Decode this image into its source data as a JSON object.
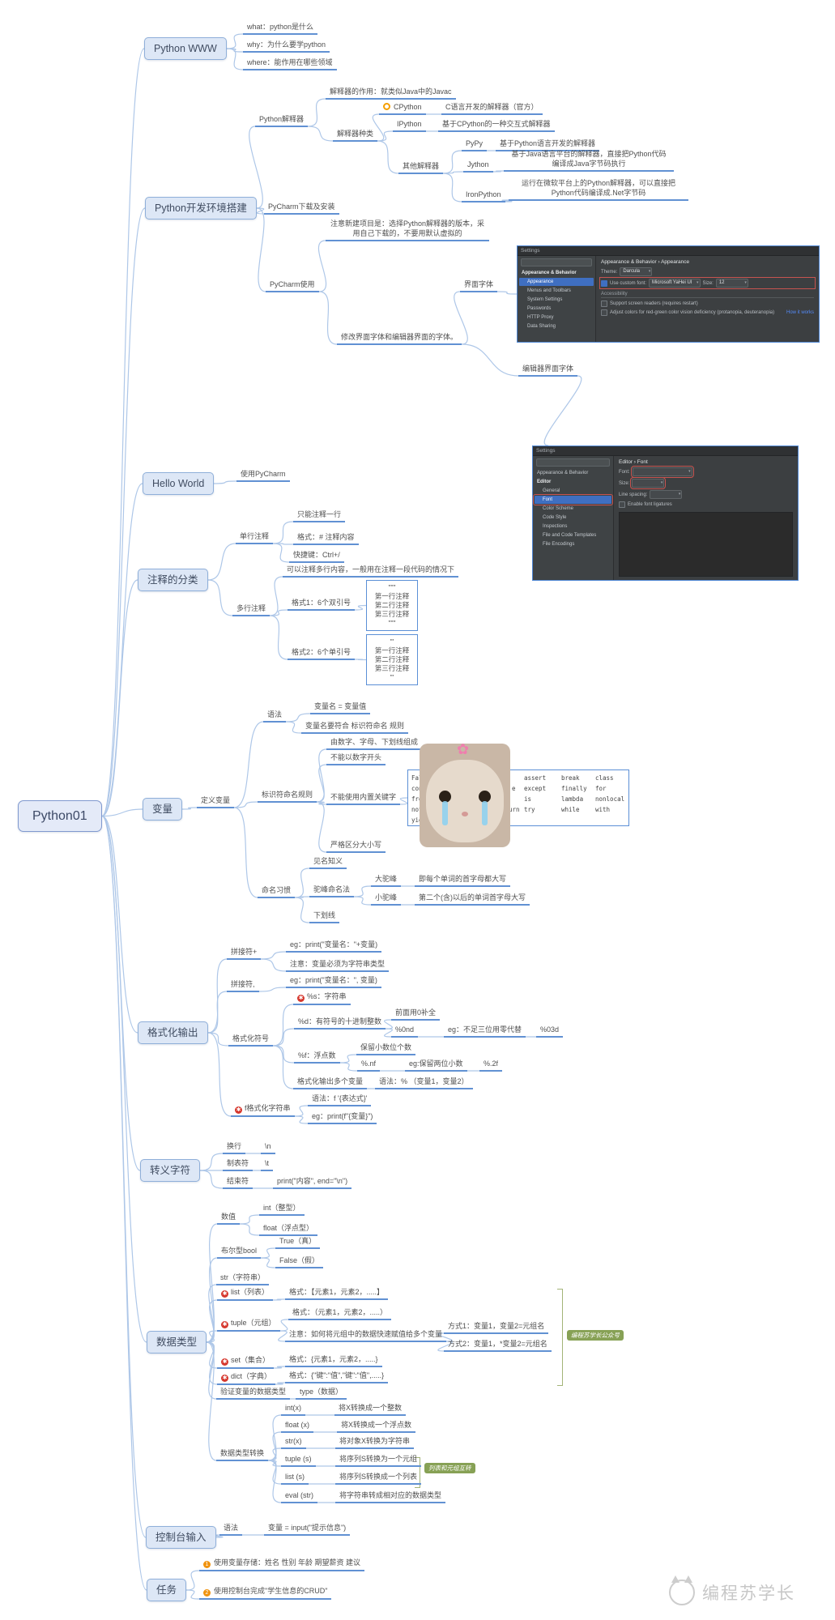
{
  "nodes": {
    "root": "Python01",
    "www": "Python WWW",
    "www_what": "what：python是什么",
    "www_why": "why：为什么要学python",
    "www_where": "where：能作用在哪些领域",
    "env": "Python开发环境搭建",
    "interp": "Python解释器",
    "interp_role": "解释器的作用：就类似Java中的Javac",
    "interp_kinds": "解释器种类",
    "cpython": "CPython",
    "cpython_desc": "C语言开发的解释器（官方）",
    "ipython": "IPython",
    "ipython_desc": "基于CPython的一种交互式解释器",
    "other_interp": "其他解释器",
    "pypy": "PyPy",
    "pypy_desc": "基于Python语言开发的解释器",
    "jython": "Jython",
    "jython_desc": "基于Java语言平台的解释器，直接把Python代码编译成Java字节码执行",
    "ironpython": "IronPython",
    "ironpython_desc": "运行在微软平台上的Python解释器，可以直接把Python代码编译成.Net字节码",
    "pycharm_dl": "PyCharm下载及安装",
    "pycharm_use": "PyCharm使用",
    "newproj_note": "注意新建项目是：选择Python解释器的版本，采用自己下载的，不要用默认虚拟的",
    "modify_font": "修改界面字体和编辑器界面的字体。",
    "ui_font": "界面字体",
    "editor_font": "编辑器界面字体",
    "hello": "Hello World",
    "use_pycharm": "使用PyCharm",
    "comments": "注释的分类",
    "single_cmt": "单行注释",
    "single1": "只能注释一行",
    "single2": "格式：# 注释内容",
    "single3": "快捷键：Ctrl+/",
    "multi_cmt": "多行注释",
    "multi_desc": "可以注释多行内容，一般用在注释一段代码的情况下",
    "fmt1": "格式1：6个双引号",
    "fmt2": "格式2：6个单引号",
    "var": "变量",
    "define_var": "定义变量",
    "var_syntax": "语法",
    "var_syntax1": "变量名 =  变量值",
    "var_syntax2": "变量名要符合 标识符命名 规则",
    "id_rules": "标识符命名规则",
    "rule1": "由数字、字母、下划线组成",
    "rule2": "不能以数字开头",
    "rule3": "不能使用内置关键字",
    "rule4": "严格区分大小写",
    "naming": "命名习惯",
    "nm1": "见名知义",
    "camel": "驼峰命名法",
    "big_camel": "大驼峰",
    "big_camel_desc": "即每个单词的首字母都大写",
    "small_camel": "小驼峰",
    "small_camel_desc": "第二个(含)以后的单词首字母大写",
    "underscore": "下划线",
    "fmtout": "格式化输出",
    "concat_plus": "拼接符+",
    "concat_plus_eg": "eg：print(\"变量名：\"+变量)",
    "concat_plus_note": "注意：变量必须为字符串类型",
    "concat_comma": "拼接符,",
    "concat_comma_eg": "eg：print(\"变量名：\", 变量)",
    "fmt_sym": "格式化符号",
    "sym_s": "%s：字符串",
    "sym_d": "%d：有符号的十进制整数",
    "zero_pad": "前面用0补全",
    "p0nd": "%0nd",
    "p0nd_eg": "eg：不足三位用零代替",
    "p03d": "%03d",
    "sym_f": "%f：浮点数",
    "keep_dec": "保留小数位个数",
    "pnf": "%.nf",
    "pnf_eg": "eg:保留两位小数",
    "p2f": "%.2f",
    "multi_out": "格式化输出多个变量",
    "multi_out_syntax": "语法：% （变量1，变量2）",
    "fstring": "f格式化字符串",
    "fstring_syntax": "语法：f '{表达式}'",
    "fstring_eg": "eg：print(f\"{变量}\")",
    "escape": "转义字符",
    "esc_nl": "换行",
    "esc_nl_v": "\\n",
    "esc_tab": "制表符",
    "esc_tab_v": "\\t",
    "esc_end": "结束符",
    "esc_end_v": "print(\"内容\", end=\"\\n\")",
    "dtype": "数据类型",
    "num": "数值",
    "num_int": "int（整型）",
    "num_float": "float（浮点型）",
    "boolt": "布尔型bool",
    "bool_true": "True（真）",
    "bool_false": "False（假）",
    "strt": "str（字符串）",
    "listt": "list（列表）",
    "list_fmt": "格式：【元素1，元素2，.....】",
    "tuplet": "tuple（元组）",
    "tuple_fmt": "格式：（元素1，元素2，.....）",
    "tuple_note": "注意：如何将元组中的数据快速赋值给多个变量",
    "way1": "方式1：变量1，变量2=元组名",
    "way2": "方式2：变量1，*变量2=元组名",
    "sett": "set（集合）",
    "set_fmt": "格式：{元素1，元素2，.....}",
    "dictt": "dict（字典）",
    "dict_fmt": "格式：{\"键\":\"值\",\"键\":\"值\",.....}",
    "verify": "验证变量的数据类型",
    "type_fn": "type（数据）",
    "convert": "数据类型转换",
    "cv_int": "int(x)",
    "cv_int_d": "将X转换成一个整数",
    "cv_float": "float (x)",
    "cv_float_d": "将X转换成一个浮点数",
    "cv_str": "str(x)",
    "cv_str_d": "将对象X转换为字符串",
    "cv_tuple": "tuple (s)",
    "cv_tuple_d": "将序列S转换为一个元组",
    "cv_list": "list (s)",
    "cv_list_d": "将序列S转换成一个列表",
    "cv_eval": "eval (str)",
    "cv_eval_d": "将字符串转成相对应的数据类型",
    "console": "控制台输入",
    "console_syntax": "语法",
    "console_syntax_v": "变量 = input(\"提示信息\")",
    "task": "任务",
    "task1_no": "1",
    "task1": "使用变量存储：姓名 性别 年龄 期望薪资 建议",
    "task2_no": "2",
    "task2": "使用控制台完成\"学生信息的CRUD\""
  },
  "box1": [
    "\"\"\"",
    "第一行注释",
    "第二行注释",
    "第三行注释",
    "\"\"\""
  ],
  "box2": [
    "'''",
    "第一行注释",
    "第二行注释",
    "第三行注释",
    "'''"
  ],
  "kw": {
    "left": [
      "Fal",
      "con",
      "fro",
      "not",
      "yie"
    ],
    "mid": [
      "",
      "e",
      "",
      "urn",
      ""
    ],
    "rows": [
      [
        "assert",
        "break",
        "class"
      ],
      [
        "except",
        "finally",
        "for"
      ],
      [
        "is",
        "lambda",
        "nonlocal"
      ],
      [
        "try",
        "while",
        "with"
      ]
    ]
  },
  "badge1": "编程苏学长公众号",
  "badge2": "列表和元组互转",
  "shot1": {
    "title": "Settings",
    "sidebar": [
      "Appearance & Behavior",
      "Appearance",
      "Menus and Toolbars",
      "System Settings",
      "Passwords",
      "HTTP Proxy",
      "Data Sharing"
    ],
    "breadcrumb": "Appearance & Behavior › Appearance",
    "theme_label": "Theme:",
    "theme_value": "Darcula",
    "font_check": "Use custom font:",
    "font_value": "Microsoft YaHei UI",
    "size_label": "Size:",
    "size_value": "12",
    "accessibility": "Accessibility",
    "acc1": "Support screen readers (requires restart)",
    "acc2": "Adjust colors for red-green color vision deficiency (protanopia, deuteranopia)",
    "acc_link": "How it works"
  },
  "shot2": {
    "title": "Settings",
    "sidebar_top": "Appearance & Behavior",
    "editor": "Editor",
    "sub": [
      "General",
      "Font",
      "Color Scheme",
      "Code Style",
      "Inspections",
      "File and Code Templates",
      "File Encodings"
    ],
    "breadcrumb": "Editor › Font",
    "font_label": "Font:",
    "size_label": "Size:",
    "line_label": "Line spacing:",
    "ligatures": "Enable font ligatures"
  },
  "watermark": "编程苏学长",
  "colors": {
    "accent_blue": "#6191d3",
    "topic_fill": "#dde7f6",
    "connector": "#aec7e8",
    "red_marker": "#d6382e",
    "orange_marker": "#f0930f",
    "badge_green": "#87a155"
  }
}
